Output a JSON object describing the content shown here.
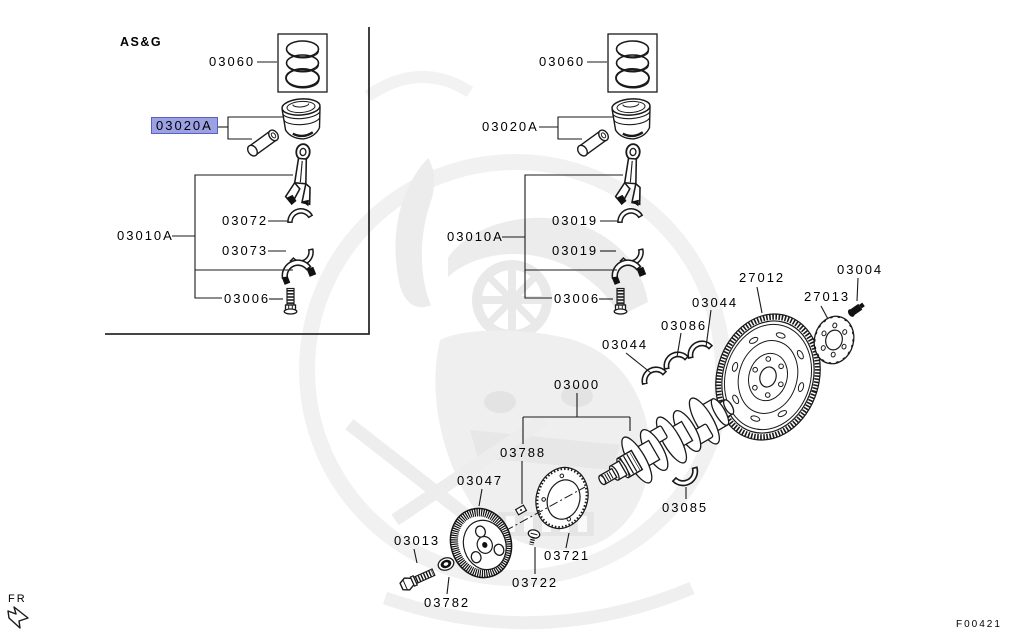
{
  "diagram": {
    "figure_code": "F00421",
    "front_marker": "FR",
    "group_note": "AS&G",
    "highlighted_part": "03020A",
    "colors": {
      "highlight_bg": "#9ba1e2",
      "highlight_border": "#5a60c2",
      "line": "#1a1a1a"
    }
  },
  "parts": {
    "rings_left": "03060",
    "piston_left": "03020A",
    "rod_asm_left": "03010A",
    "rod_bearing_upper_left": "03072",
    "rod_bearing_lower_left": "03073",
    "rod_bolt_left": "03006",
    "rings_right": "03060",
    "piston_right": "03020A",
    "rod_asm_right": "03010A",
    "rod_bearing_upper_right": "03019",
    "rod_bearing_lower_right": "03019",
    "rod_bolt_right": "03006",
    "crankshaft": "03000",
    "main_bearing_front": "03044",
    "main_bearing_center": "03086",
    "main_bearing_rear": "03044",
    "main_bearing_lower": "03085",
    "flywheel": "27012",
    "adapter_plate": "27013",
    "flywheel_bolt": "03004",
    "woodruff_key": "03788",
    "crank_pulley": "03047",
    "pulley_bolt": "03013",
    "pulley_washer": "03782",
    "sensor_disc": "03721",
    "disc_bolt": "03722"
  }
}
